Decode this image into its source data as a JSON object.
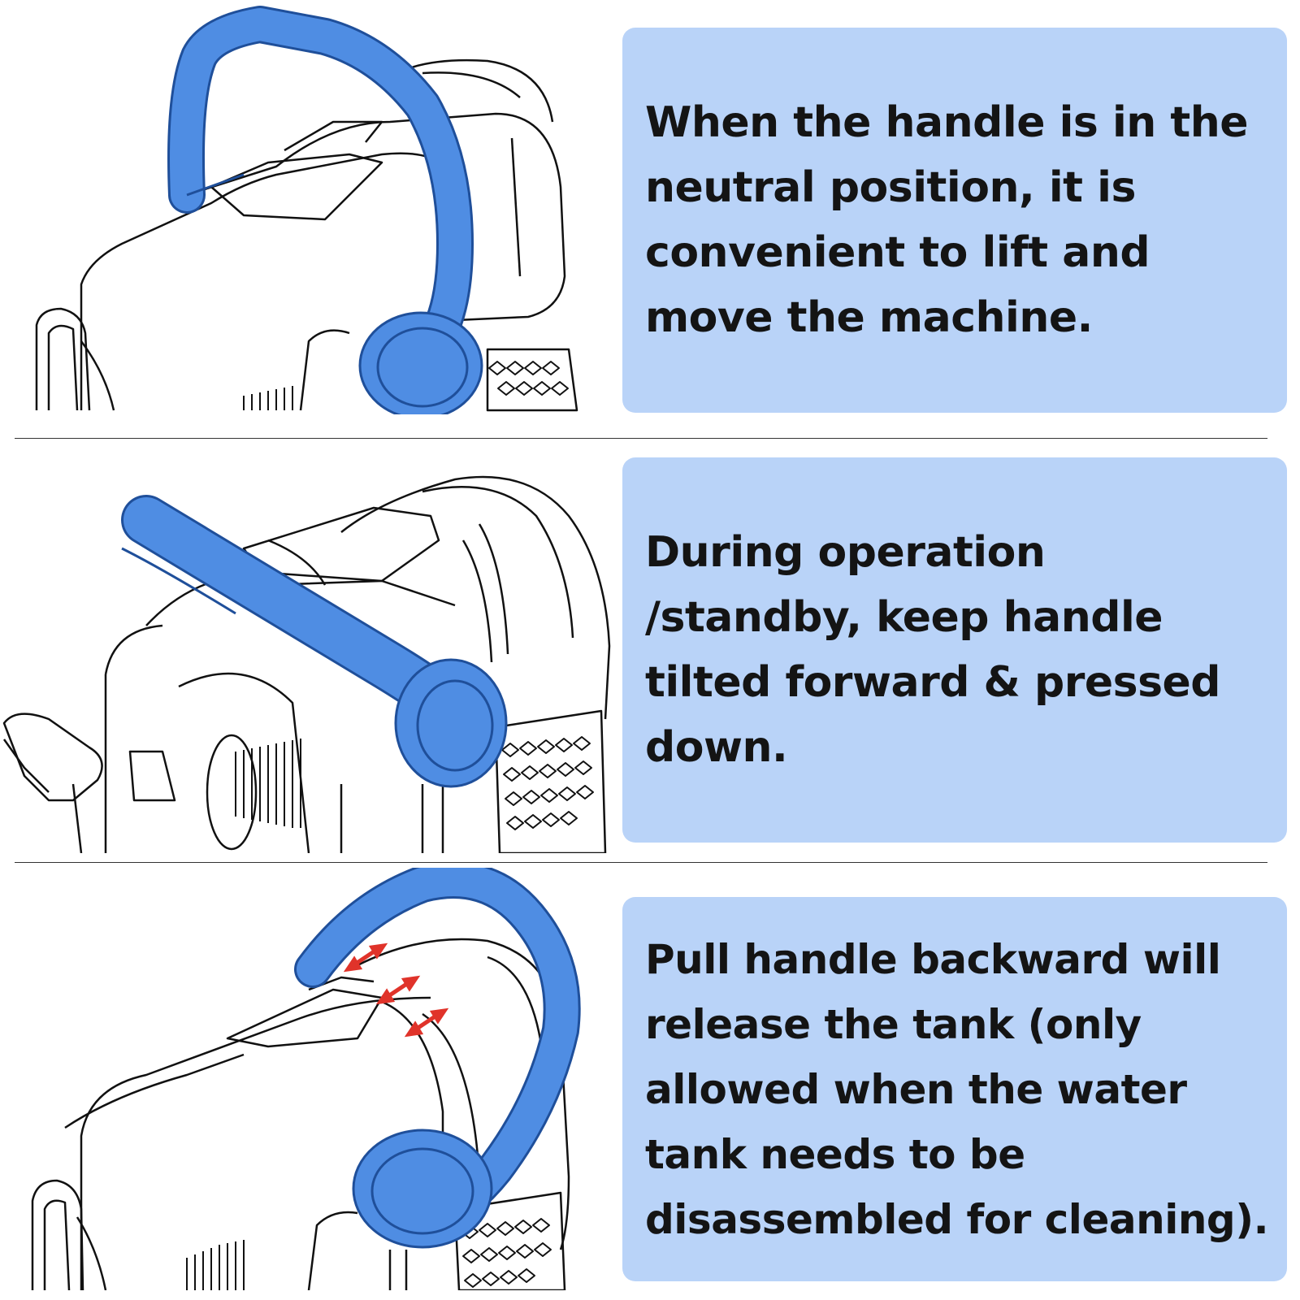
{
  "panels": [
    {
      "illustration": "handle-neutral-position",
      "text": "When the handle is in the\nneutral position, it is\nconvenient to lift and\nmove the machine."
    },
    {
      "illustration": "handle-tilted-forward",
      "text": "During operation\n/standby, keep handle\ntilted forward & pressed\ndown."
    },
    {
      "illustration": "handle-pulled-backward",
      "text": "Pull handle backward will\nrelease the tank (only\nallowed when the water\ntank needs to be\ndisassembled for cleaning)."
    }
  ],
  "colors": {
    "card_background": "#b9d3f8",
    "handle_blue": "#4f8de3",
    "handle_outline": "#1f4f9a",
    "release_arrow": "#e0332a",
    "line_art": "#111111"
  }
}
